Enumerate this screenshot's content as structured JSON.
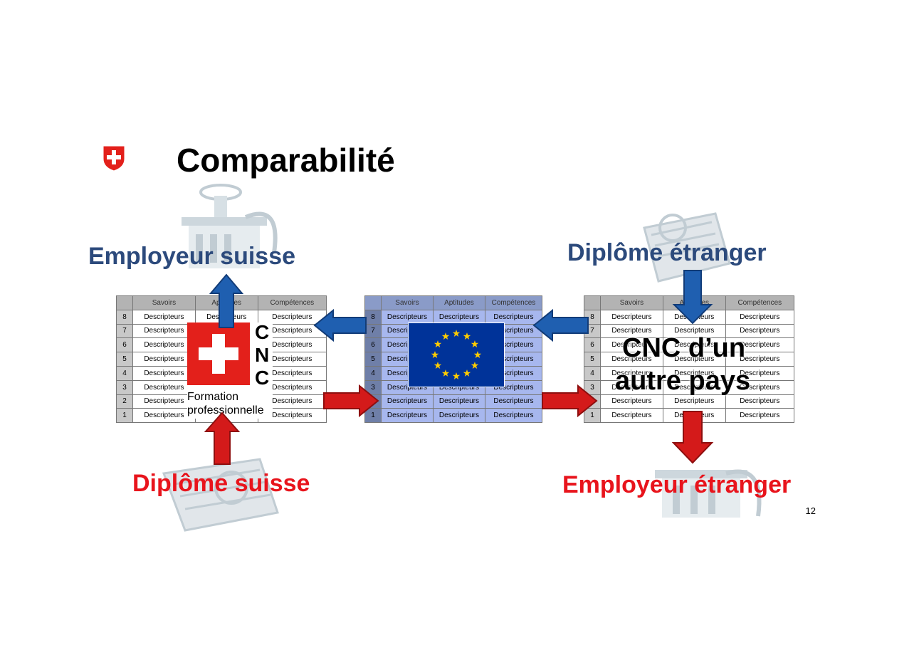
{
  "slide": {
    "title": "Comparabilité",
    "page_number": "12"
  },
  "labels": {
    "employeur_suisse": "Employeur suisse",
    "diplome_suisse": "Diplôme suisse",
    "diplome_etranger": "Diplôme étranger",
    "employeur_etranger": "Employeur étranger",
    "cnc_autre_pays_line1": "CNC d’un",
    "cnc_autre_pays_line2": "autre pays"
  },
  "cnc_logo": {
    "letters": [
      "C",
      "N",
      "C"
    ],
    "line1": "Formation",
    "line2": "professionnelle"
  },
  "table": {
    "headers": [
      "Savoirs",
      "Aptitudes",
      "Compétences"
    ],
    "levels": [
      "8",
      "7",
      "6",
      "5",
      "4",
      "3",
      "2",
      "1"
    ],
    "cell": "Descripteurs"
  },
  "colors": {
    "blue_label": "#2c4a7c",
    "red_label": "#e8141c",
    "arrow_blue": "#1f5fb0",
    "arrow_red": "#d41a1a",
    "eu_blue": "#003399",
    "eu_gold": "#ffcc00",
    "swiss_red": "#e3201b"
  },
  "icons": [
    "swiss-coat-of-arms-icon",
    "eu-flag-icon",
    "swiss-cross-icon"
  ]
}
